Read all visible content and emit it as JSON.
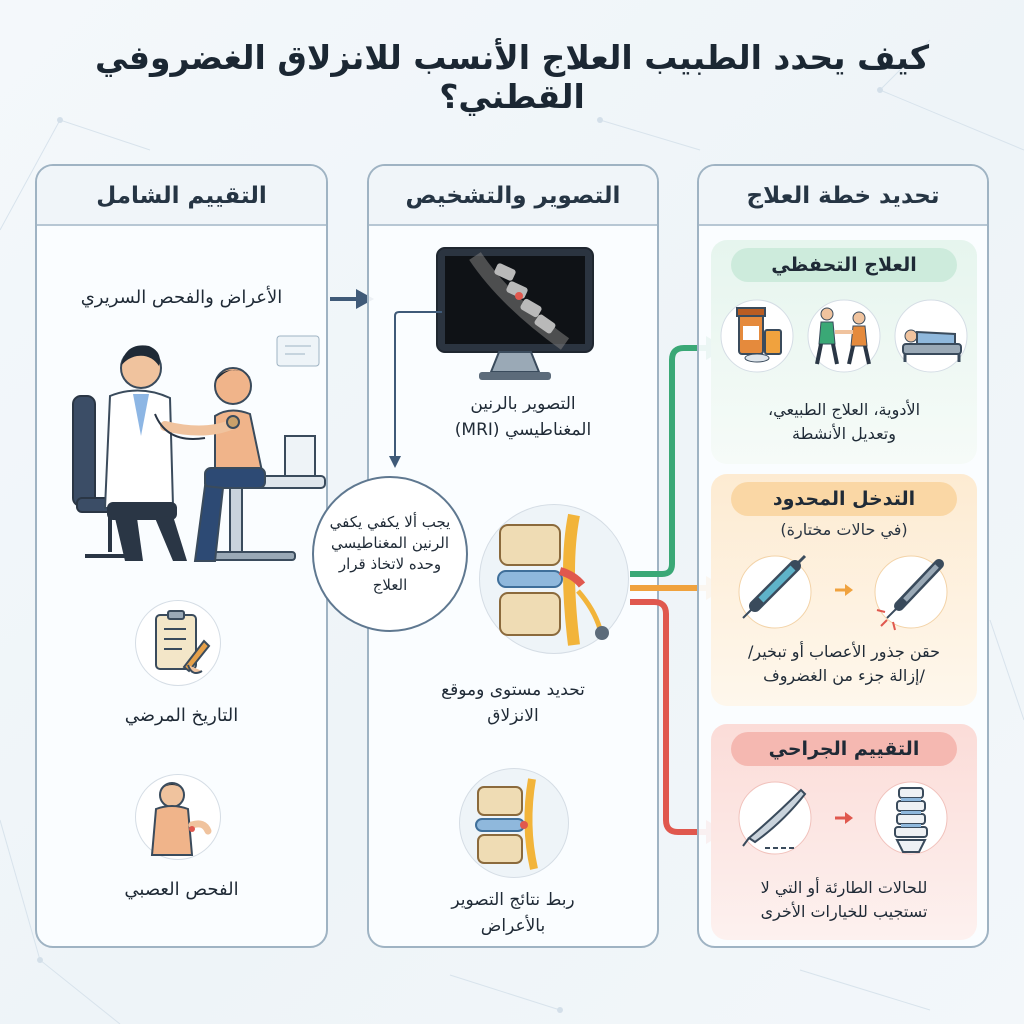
{
  "title": "كيف يحدد الطبيب العلاج الأنسب للانزلاق الغضروفي القطني؟",
  "colors": {
    "conservative": "#3aa876",
    "limited": "#f0a23e",
    "surgical": "#e0584e",
    "navy": "#3f5a78",
    "panel_border": "#9fb3c3"
  },
  "panels": {
    "assessment": {
      "header": "التقييم الشامل",
      "symptoms_label": "الأعراض والفحص السريري",
      "history_label": "التاريخ المرضي",
      "neuro_label": "الفحص العصبي",
      "icons": [
        "doctor-stethoscope-icon",
        "clipboard-icon",
        "neuro-exam-icon"
      ]
    },
    "imaging": {
      "header": "التصوير والتشخيص",
      "mri_label_line1": "التصوير بالرنين",
      "mri_label_line2": "المغناطيسي (MRI)",
      "note": "يجب ألا يكفي يكفي الرنين المغناطيسي وحده لاتخاذ قرار العلاج",
      "level_label_line1": "تحديد مستوى وموقع",
      "level_label_line2": "الانزلاق",
      "correlate_label_line1": "ربط نتائج التصوير",
      "correlate_label_line2": "بالأعراض",
      "icons": [
        "mri-monitor-icon",
        "herniated-disc-icon",
        "spine-correlation-icon"
      ]
    },
    "treatment": {
      "header": "تحديد خطة العلاج",
      "conservative": {
        "title": "العلاج التحفظي",
        "desc_line1": "الأدوية، العلاج الطبيعي،",
        "desc_line2": "وتعديل الأنشطة",
        "icons": [
          "medication-icon",
          "physiotherapy-icon",
          "rest-icon"
        ]
      },
      "limited": {
        "title": "التدخل المحدود",
        "subtitle": "(في حالات مختارة)",
        "desc_line1": "حقن جذور الأعصاب أو تبخير/",
        "desc_line2": "/إزالة جزء من الغضروف",
        "icons": [
          "syringe-icon",
          "ablation-probe-icon"
        ]
      },
      "surgical": {
        "title": "التقييم الجراحي",
        "desc_line1": "للحالات الطارئة أو التي لا",
        "desc_line2": "تستجيب للخيارات الأخرى",
        "icons": [
          "scalpel-icon",
          "spine-icon"
        ]
      }
    }
  }
}
